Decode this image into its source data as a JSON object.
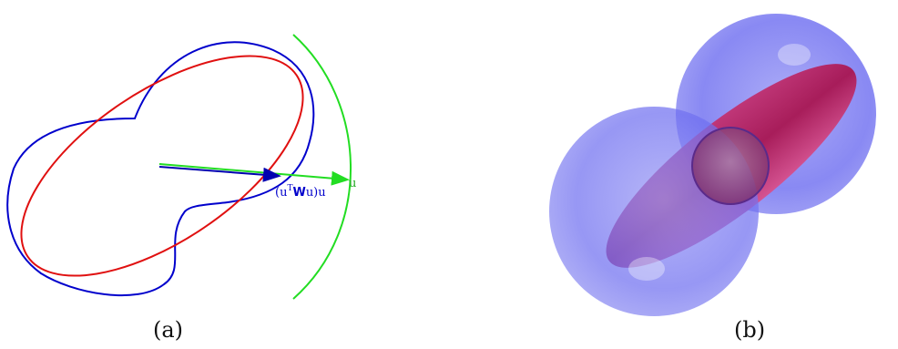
{
  "panel_a": {
    "caption": "(a)",
    "arrow_label": {
      "open": "(u",
      "sup": "T",
      "bold": "W",
      "close": "u)u"
    },
    "direction_label": "u",
    "colors": {
      "peanut": "#0000cc",
      "ellipse": "#e01010",
      "arc": "#22dd22",
      "arrow_blue": "#0000b0"
    }
  },
  "panel_b": {
    "caption": "(b)",
    "colors": {
      "spheres": "#6f6ff0",
      "ellipsoid": "#b8185a"
    }
  }
}
